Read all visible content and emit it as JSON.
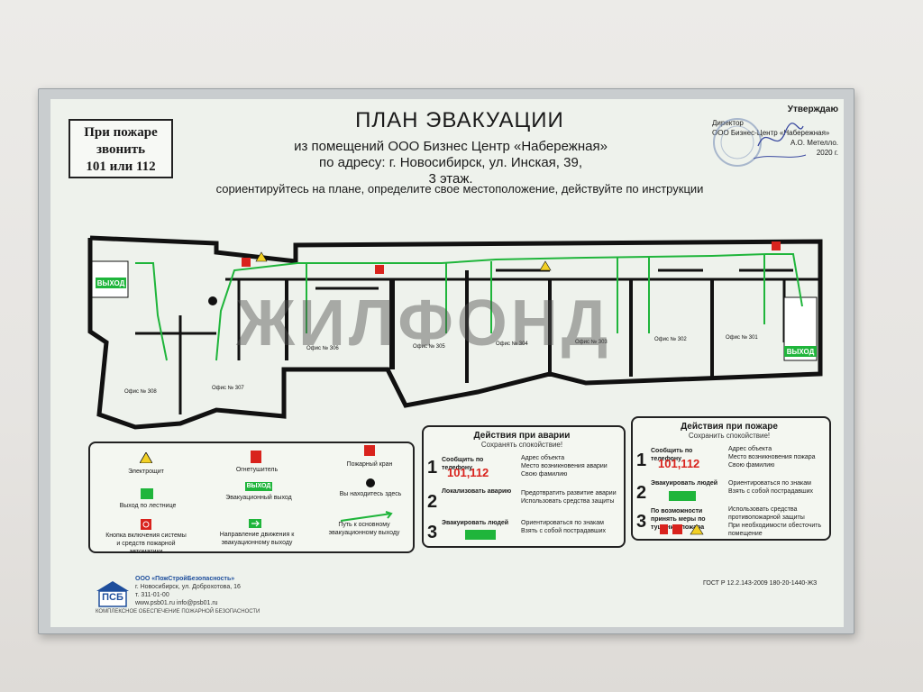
{
  "fire_box": {
    "line1": "При пожаре",
    "line2": "звонить",
    "line3": "101 или 112"
  },
  "header": {
    "title": "ПЛАН ЭВАКУАЦИИ",
    "line1": "из помещений ООО Бизнес Центр «Набережная»",
    "line2": "по адресу: г. Новосибирск, ул. Инская, 39,",
    "line3": "3 этаж.",
    "line4": "сориентируйтесь на плане, определите свое местоположение, действуйте по инструкции"
  },
  "approval": {
    "heading": "Утверждаю",
    "role": "Директор",
    "org": "ООО Бизнес-Центр «Набережная»",
    "name": "А.О. Метелло.",
    "date": "2020 г."
  },
  "watermark": "ЖИЛФОНД",
  "plan": {
    "exit_left": "ВЫХОД",
    "exit_right": "ВЫХОД",
    "offices": [
      "Офис № 308",
      "Офис № 307",
      "Офис № 306",
      "Офис № 305",
      "Офис № 304",
      "Офис № 303",
      "Офис № 302",
      "Офис № 301"
    ]
  },
  "legend": {
    "electro": "Электрощит",
    "extinguisher": "Огнетушитель",
    "hydrant": "Пожарный кран",
    "stairs": "Выход по лестнице",
    "exit_sign_label": "ВЫХОД",
    "exit_sign": "Эвакуационный выход",
    "you_are_here": "Вы находитесь здесь",
    "alarm_button": "Кнопка включения системы и средств пожарной автоматики",
    "direction": "Направление движения к эвакуационному выходу",
    "route": "Путь к основному эвакуационному выходу"
  },
  "accident": {
    "title": "Действия при аварии",
    "subtitle": "Сохранять спокойствие!",
    "s1": {
      "num": "1",
      "label": "Сообщить по телефону",
      "phone": "101,112",
      "bullets": [
        "Адрес объекта",
        "Место возникновения аварии",
        "Свою фамилию"
      ]
    },
    "s2": {
      "num": "2",
      "label": "Локализовать аварию",
      "bullets": [
        "Предотвратить развитие аварии",
        "Использовать средства защиты"
      ]
    },
    "s3": {
      "num": "3",
      "label": "Эвакуировать людей",
      "bullets": [
        "Ориентироваться по знакам",
        "Взять с собой пострадавших"
      ]
    }
  },
  "fire": {
    "title": "Действия при пожаре",
    "subtitle": "Сохранить спокойствие!",
    "s1": {
      "num": "1",
      "label": "Сообщить по телефону",
      "phone": "101,112",
      "bullets": [
        "Адрес объекта",
        "Место возникновения пожара",
        "Свою фамилию"
      ]
    },
    "s2": {
      "num": "2",
      "label": "Эвакуировать людей",
      "bullets": [
        "Ориентироваться по знакам",
        "Взять с собой пострадавших"
      ]
    },
    "s3": {
      "num": "3",
      "label": "По возможности принять меры по тушению пожара",
      "bullets": [
        "Использовать средства противопожарной защиты",
        "При необходимости обесточить помещение"
      ]
    }
  },
  "maker": {
    "logo": "ПСБ",
    "company": "ООО «ПожСтройБезопасность»",
    "address": "г. Новосибирск, ул. Доброхотова, 16",
    "phone": "т. 311-01-00",
    "site": "www.psb01.ru    info@psb01.ru",
    "tagline": "КОМПЛЕКСНОЕ ОБЕСПЕЧЕНИЕ ПОЖАРНОЙ БЕЗОПАСНОСТИ"
  },
  "gost": "ГОСТ Р 12.2.143-2009 180-20-1440-ЖЗ",
  "colors": {
    "route": "#1fb53b",
    "red": "#d9231d",
    "wall": "#111111",
    "sheet": "#eef2ec"
  }
}
